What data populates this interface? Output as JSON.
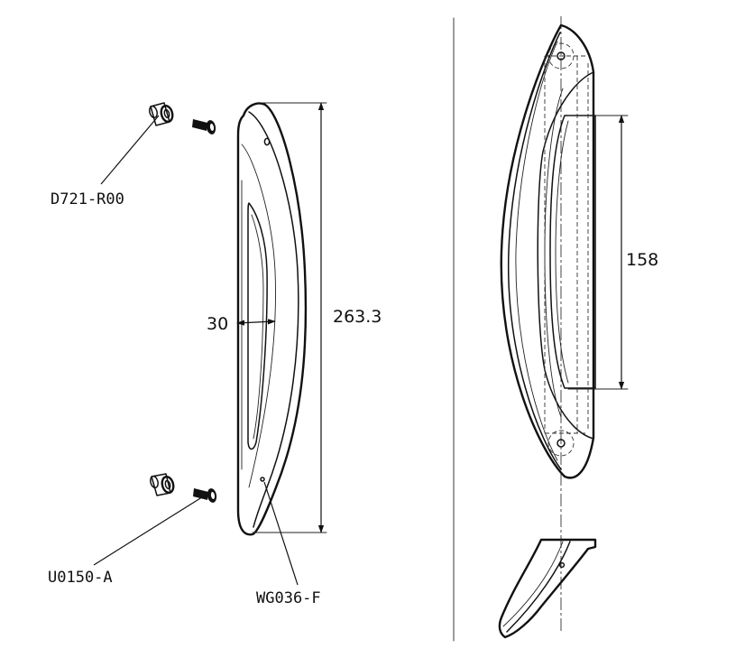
{
  "labels": {
    "cap_part": "D721-R00",
    "screw_part": "U0150-A",
    "handle_part": "WG036-F"
  },
  "dimensions": {
    "handle_depth": "30",
    "handle_length": "263.3",
    "mount_spacing": "158"
  },
  "colors": {
    "line": "#111111",
    "background": "#ffffff"
  }
}
